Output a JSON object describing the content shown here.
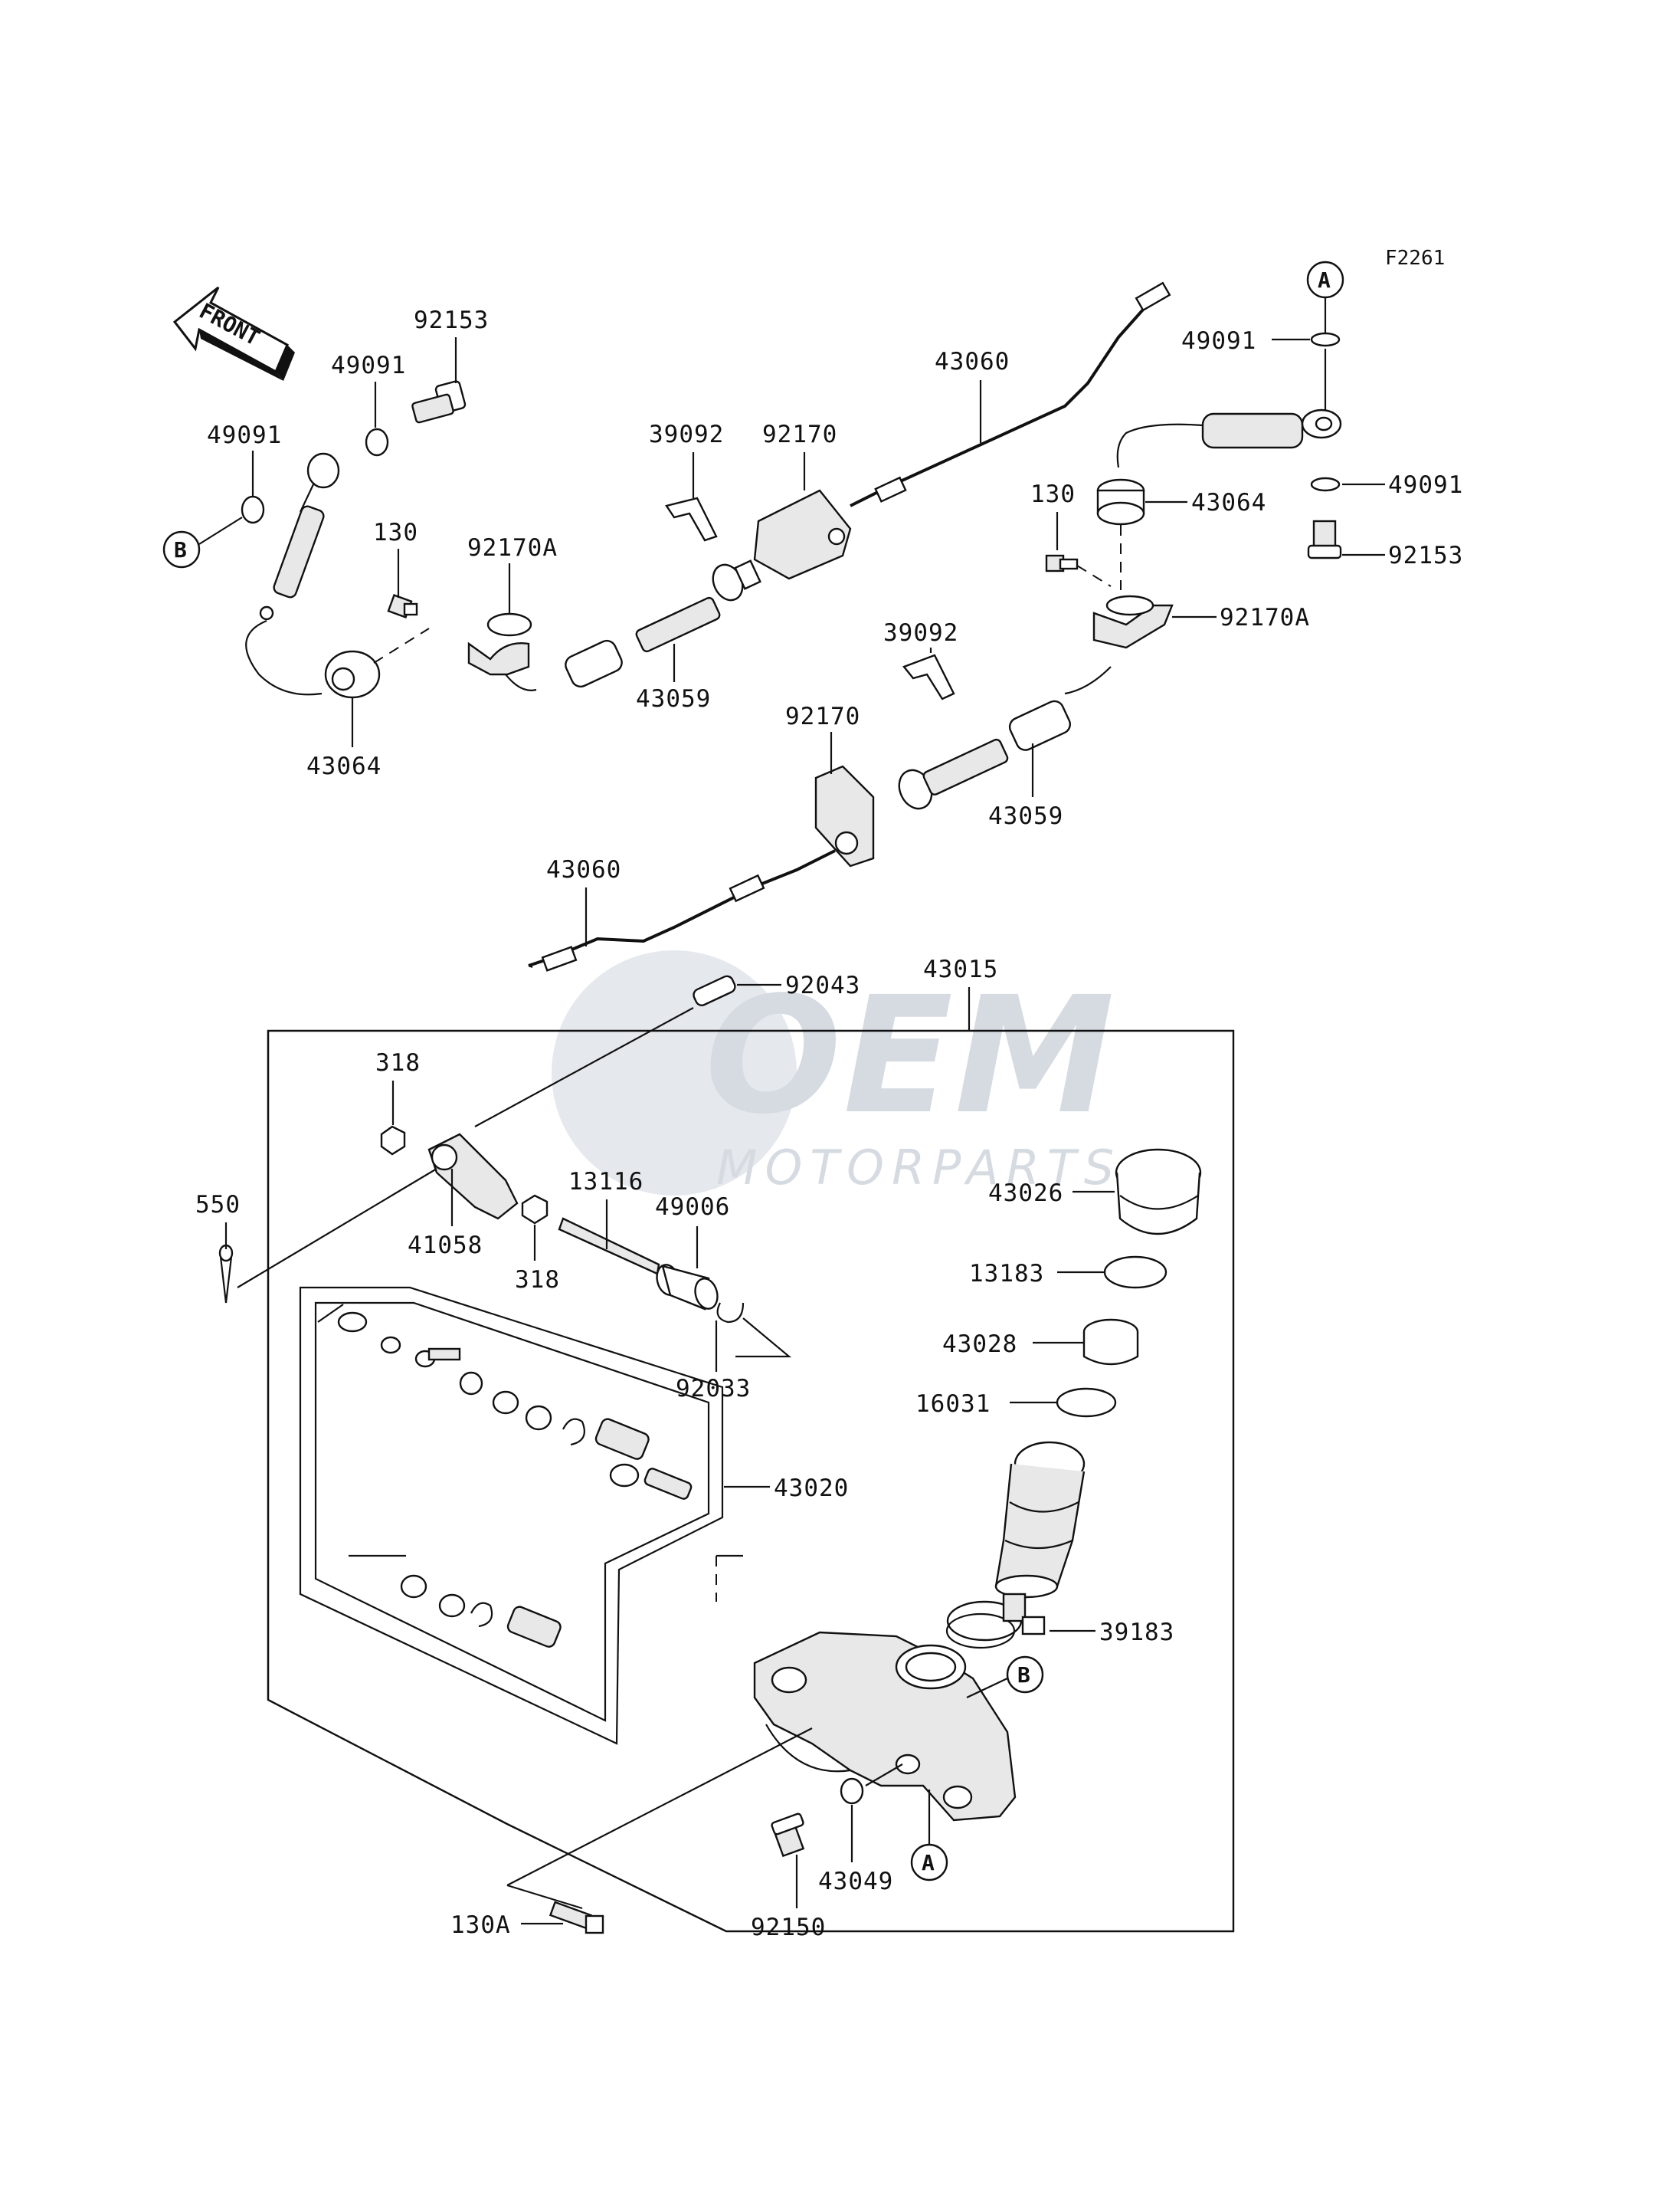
{
  "figure_code": "F2261",
  "front_label": "FRONT",
  "watermark": {
    "logo_text": "OEM",
    "sub_text": "MOTORPARTS"
  },
  "callouts": {
    "a": "A",
    "b": "B"
  },
  "labels": {
    "p92153_l": "92153",
    "p49091_l1": "49091",
    "p49091_l2": "49091",
    "p130_l": "130",
    "p92170A_l": "92170A",
    "p43064_l": "43064",
    "p43059_l": "43059",
    "p39092_l": "39092",
    "p92170_l": "92170",
    "p43060_top": "43060",
    "p130_r": "130",
    "p43064_r": "43064",
    "p49091_r1": "49091",
    "p49091_r2": "49091",
    "p92153_r": "92153",
    "p92170A_r": "92170A",
    "p39092_r": "39092",
    "p92170_r": "92170",
    "p43059_r": "43059",
    "p43060_bot": "43060",
    "p43015": "43015",
    "p92043": "92043",
    "p318_a": "318",
    "p318_b": "318",
    "p550": "550",
    "p41058": "41058",
    "p13116": "13116",
    "p49006": "49006",
    "p92033": "92033",
    "p43026": "43026",
    "p13183": "13183",
    "p43028": "43028",
    "p16031": "16031",
    "p43020": "43020",
    "p39183": "39183",
    "p43049": "43049",
    "p92150": "92150",
    "p130A": "130A"
  }
}
